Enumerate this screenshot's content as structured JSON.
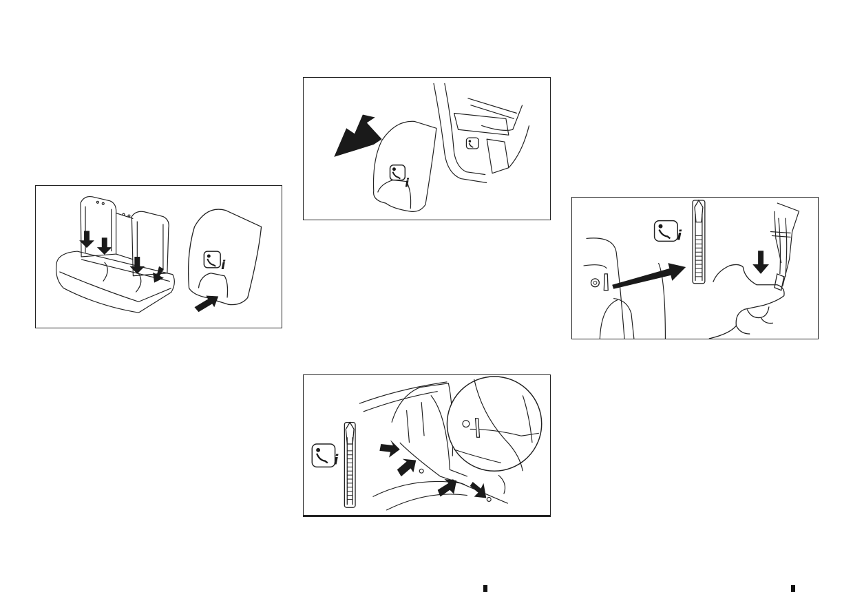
{
  "figures": [
    {
      "id": "fig-rear-seat-anchors",
      "icon": "isofix-child-seat-icon",
      "icon_text": "i"
    },
    {
      "id": "fig-anchor-cover-removal",
      "icon": "isofix-child-seat-icon",
      "icon_text": "i"
    },
    {
      "id": "fig-lower-anchor-locations",
      "icon": "isofix-child-seat-icon",
      "icon_text": "i"
    },
    {
      "id": "fig-top-tether-zipper",
      "icon": "isofix-child-seat-icon",
      "icon_text": "i"
    }
  ],
  "colors": {
    "line": "#222222",
    "fill_dark": "#1a1a1a",
    "background": "#ffffff"
  }
}
